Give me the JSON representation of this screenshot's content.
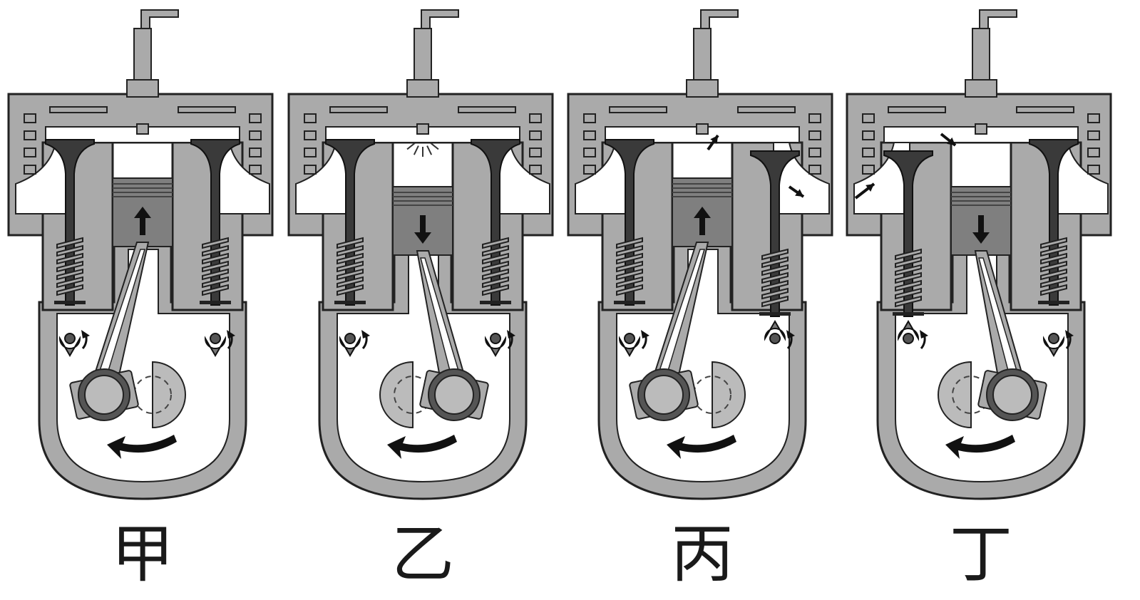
{
  "colors": {
    "body": "#aaaaaa",
    "outline": "#222222",
    "cavity": "#ffffff",
    "piston": "#7f7f7f",
    "valve": "#3a3a3a",
    "crank": "#bbbbbb",
    "ring": "#555555"
  },
  "panels": [
    {
      "label": "甲",
      "piston_dir": "up",
      "crank_side": "left",
      "intake_open": false,
      "exhaust_open": false,
      "spark": false,
      "exhaust_flow": false,
      "intake_flow": false
    },
    {
      "label": "乙",
      "piston_dir": "down",
      "crank_side": "right",
      "intake_open": false,
      "exhaust_open": false,
      "spark": true,
      "exhaust_flow": false,
      "intake_flow": false
    },
    {
      "label": "丙",
      "piston_dir": "up",
      "crank_side": "left",
      "intake_open": false,
      "exhaust_open": true,
      "spark": false,
      "exhaust_flow": true,
      "intake_flow": false
    },
    {
      "label": "丁",
      "piston_dir": "down",
      "crank_side": "right",
      "intake_open": true,
      "exhaust_open": false,
      "spark": false,
      "exhaust_flow": false,
      "intake_flow": true
    }
  ]
}
